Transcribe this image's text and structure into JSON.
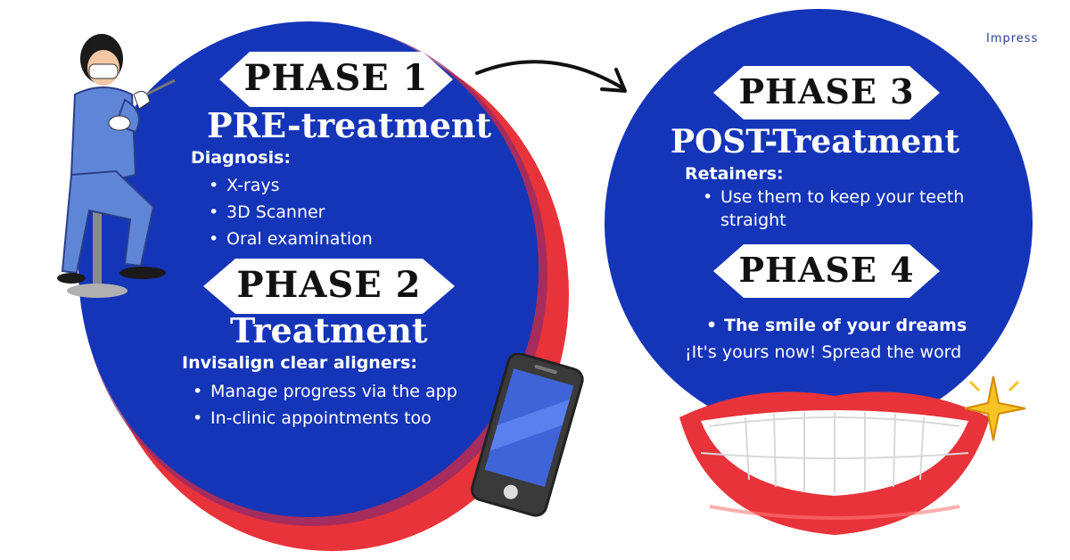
{
  "brand": "Impress",
  "colors": {
    "blue": "#1535b8",
    "red": "#e8333a",
    "white": "#ffffff"
  },
  "phase1": {
    "label": "PHASE 1",
    "heading": "PRE-treatment",
    "subheading": "Diagnosis:",
    "items": [
      "X-rays",
      "3D Scanner",
      "Oral examination"
    ]
  },
  "phase2": {
    "label": "PHASE 2",
    "heading": "Treatment",
    "subheading": "Invisalign clear aligners:",
    "items": [
      "Manage progress via the app",
      "In-clinic appointments too"
    ]
  },
  "phase3": {
    "label": "PHASE 3",
    "heading": "POST-Treatment",
    "subheading": "Retainers:",
    "items": [
      "Use them to keep your teeth straight"
    ]
  },
  "phase4": {
    "label": "PHASE 4",
    "items": [
      "The smile of your dreams"
    ],
    "note": "¡It's yours now! Spread the word"
  },
  "icons": [
    "dentist-illustration",
    "smartphone-icon",
    "smile-lips-icon",
    "sparkle-icon",
    "arrow-icon"
  ]
}
